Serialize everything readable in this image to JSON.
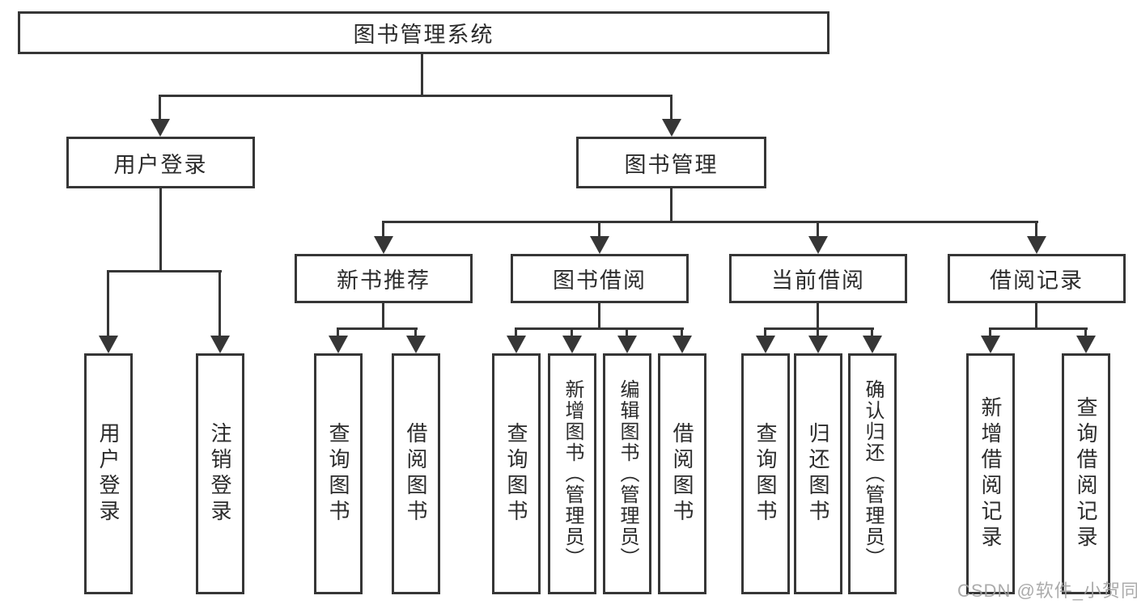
{
  "diagram": {
    "type": "hierarchy-tree",
    "title": "图书管理系统"
  },
  "colors": {
    "line": "#363636",
    "border": "#363636",
    "text": "#2b2b2b",
    "background": "#ffffff",
    "watermark": "#a2a2a2"
  },
  "nodes": {
    "root": {
      "label": "图书管理系统"
    },
    "level2": [
      {
        "label": "用户登录"
      },
      {
        "label": "图书管理"
      }
    ],
    "level3": [
      {
        "label": "新书推荐",
        "parent": "图书管理"
      },
      {
        "label": "图书借阅",
        "parent": "图书管理"
      },
      {
        "label": "当前借阅",
        "parent": "图书管理"
      },
      {
        "label": "借阅记录",
        "parent": "图书管理"
      }
    ],
    "leaves": [
      {
        "label": "用户登录",
        "parent": "用户登录"
      },
      {
        "label": "注销登录",
        "parent": "用户登录"
      },
      {
        "label": "查询图书",
        "parent": "新书推荐"
      },
      {
        "label": "借阅图书",
        "parent": "新书推荐"
      },
      {
        "label": "查询图书",
        "parent": "图书借阅"
      },
      {
        "label": "新增图书（管理员）",
        "parent": "图书借阅"
      },
      {
        "label": "编辑图书（管理员）",
        "parent": "图书借阅"
      },
      {
        "label": "借阅图书",
        "parent": "图书借阅"
      },
      {
        "label": "查询图书",
        "parent": "当前借阅"
      },
      {
        "label": "归还图书",
        "parent": "当前借阅"
      },
      {
        "label": "确认归还（管理员）",
        "parent": "当前借阅"
      },
      {
        "label": "新增借阅记录",
        "parent": "借阅记录"
      },
      {
        "label": "查询借阅记录",
        "parent": "借阅记录"
      }
    ]
  },
  "watermark": "CSDN @软件_小贺同学"
}
